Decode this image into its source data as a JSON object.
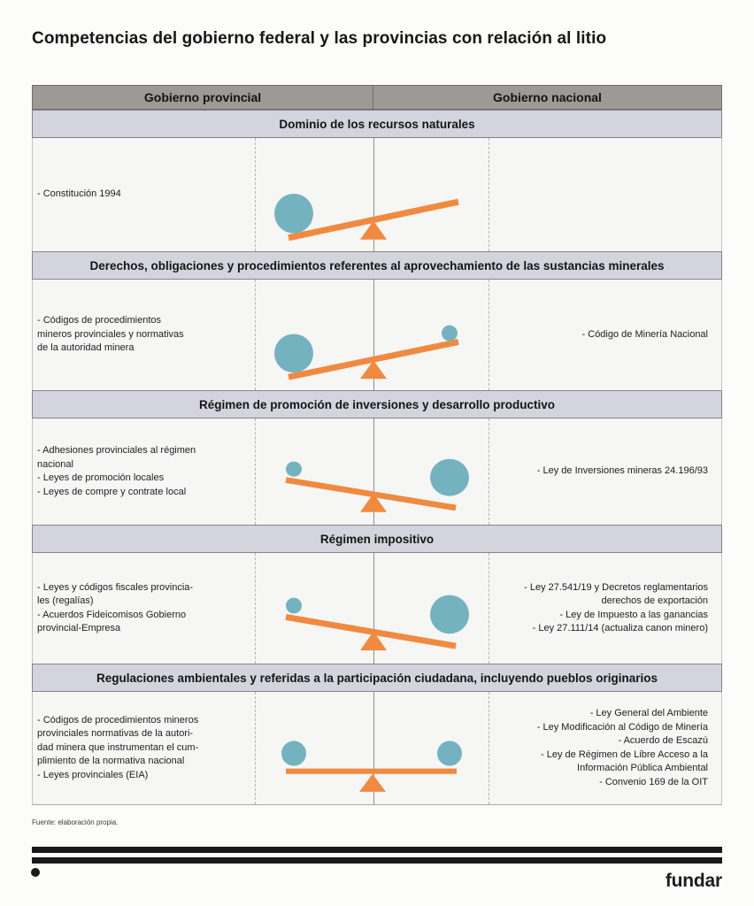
{
  "title": "Competencias del gobierno federal y las provincias con relación al litio",
  "table": {
    "columns": [
      "Gobierno provincial",
      "Gobierno nacional"
    ],
    "sections": [
      {
        "header": "Dominio de los recursos naturales",
        "provincial_lines": [
          "- Constitución 1994"
        ],
        "nacional_lines": [],
        "balance": {
          "tilt": "left",
          "provincial_weight": "large",
          "nacional_weight": "none"
        }
      },
      {
        "header": "Derechos, obligaciones y procedimientos referentes al aprovechamiento de las sustancias minerales",
        "provincial_lines": [
          "- Códigos de procedimientos",
          "mineros provinciales y normativas",
          "de la autoridad minera"
        ],
        "nacional_lines": [
          "- Código de Minería Nacional"
        ],
        "balance": {
          "tilt": "left",
          "provincial_weight": "large",
          "nacional_weight": "small"
        }
      },
      {
        "header": "Régimen de promoción de inversiones y desarrollo productivo",
        "provincial_lines": [
          "- Adhesiones provinciales al régimen",
          "nacional",
          "- Leyes de promoción locales",
          "- Leyes de compre y contrate local"
        ],
        "nacional_lines": [
          "- Ley de Inversiones mineras 24.196/93"
        ],
        "balance": {
          "tilt": "right",
          "provincial_weight": "small",
          "nacional_weight": "large"
        }
      },
      {
        "header": "Régimen impositivo",
        "provincial_lines": [
          "- Leyes y códigos fiscales provincia-",
          "les (regalías)",
          "- Acuerdos Fideicomisos Gobierno",
          "provincial-Empresa"
        ],
        "nacional_lines": [
          "- Ley 27.541/19 y Decretos reglamentarios",
          "derechos de exportación",
          "- Ley de Impuesto a las ganancias",
          "- Ley 27.111/14 (actualiza canon minero)"
        ],
        "balance": {
          "tilt": "right",
          "provincial_weight": "small",
          "nacional_weight": "large"
        }
      },
      {
        "header": "Regulaciones ambientales y referidas a la participación ciudadana, incluyendo pueblos originarios",
        "provincial_lines": [
          "- Códigos de procedimientos mineros",
          "provinciales normativas de la autori-",
          "dad minera que instrumentan el cum-",
          "plimiento de la normativa nacional",
          "- Leyes provinciales (EIA)"
        ],
        "nacional_lines": [
          "- Ley General del Ambiente",
          "- Ley Modificación al Código de Minería",
          "- Acuerdo de Escazú",
          "- Ley de Régimen de Libre Acceso a la",
          "Información Pública Ambiental",
          "- Convenio 169 de la OIT"
        ],
        "balance": {
          "tilt": "level",
          "provincial_weight": "medium",
          "nacional_weight": "medium"
        }
      }
    ]
  },
  "footer": {
    "source_note": "Fuente: elaboración propia.",
    "brand": "fundar"
  },
  "colors": {
    "weight_teal": "#75b2c0",
    "beam_orange": "#f08a40",
    "column_header_bg": "#9b9a94",
    "section_header_bg": "#d4d4de",
    "cell_bg": "#f6f6f5",
    "bar_black": "#191919"
  }
}
